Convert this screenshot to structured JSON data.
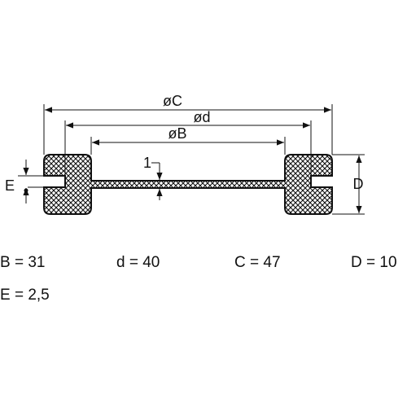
{
  "drawing": {
    "labels": {
      "dia_C": "øC",
      "dia_d": "ød",
      "dia_B": "øB",
      "thickness": "1",
      "height_D": "D",
      "offset_E": "E"
    }
  },
  "dimensions": [
    {
      "text": "B = 31"
    },
    {
      "text": "d = 40"
    },
    {
      "text": "C = 47"
    },
    {
      "text": "D = 10"
    },
    {
      "text": "E = 2,5"
    }
  ],
  "colors": {
    "line": "#111111",
    "fill": "#ffffff",
    "background": "#ffffff"
  }
}
